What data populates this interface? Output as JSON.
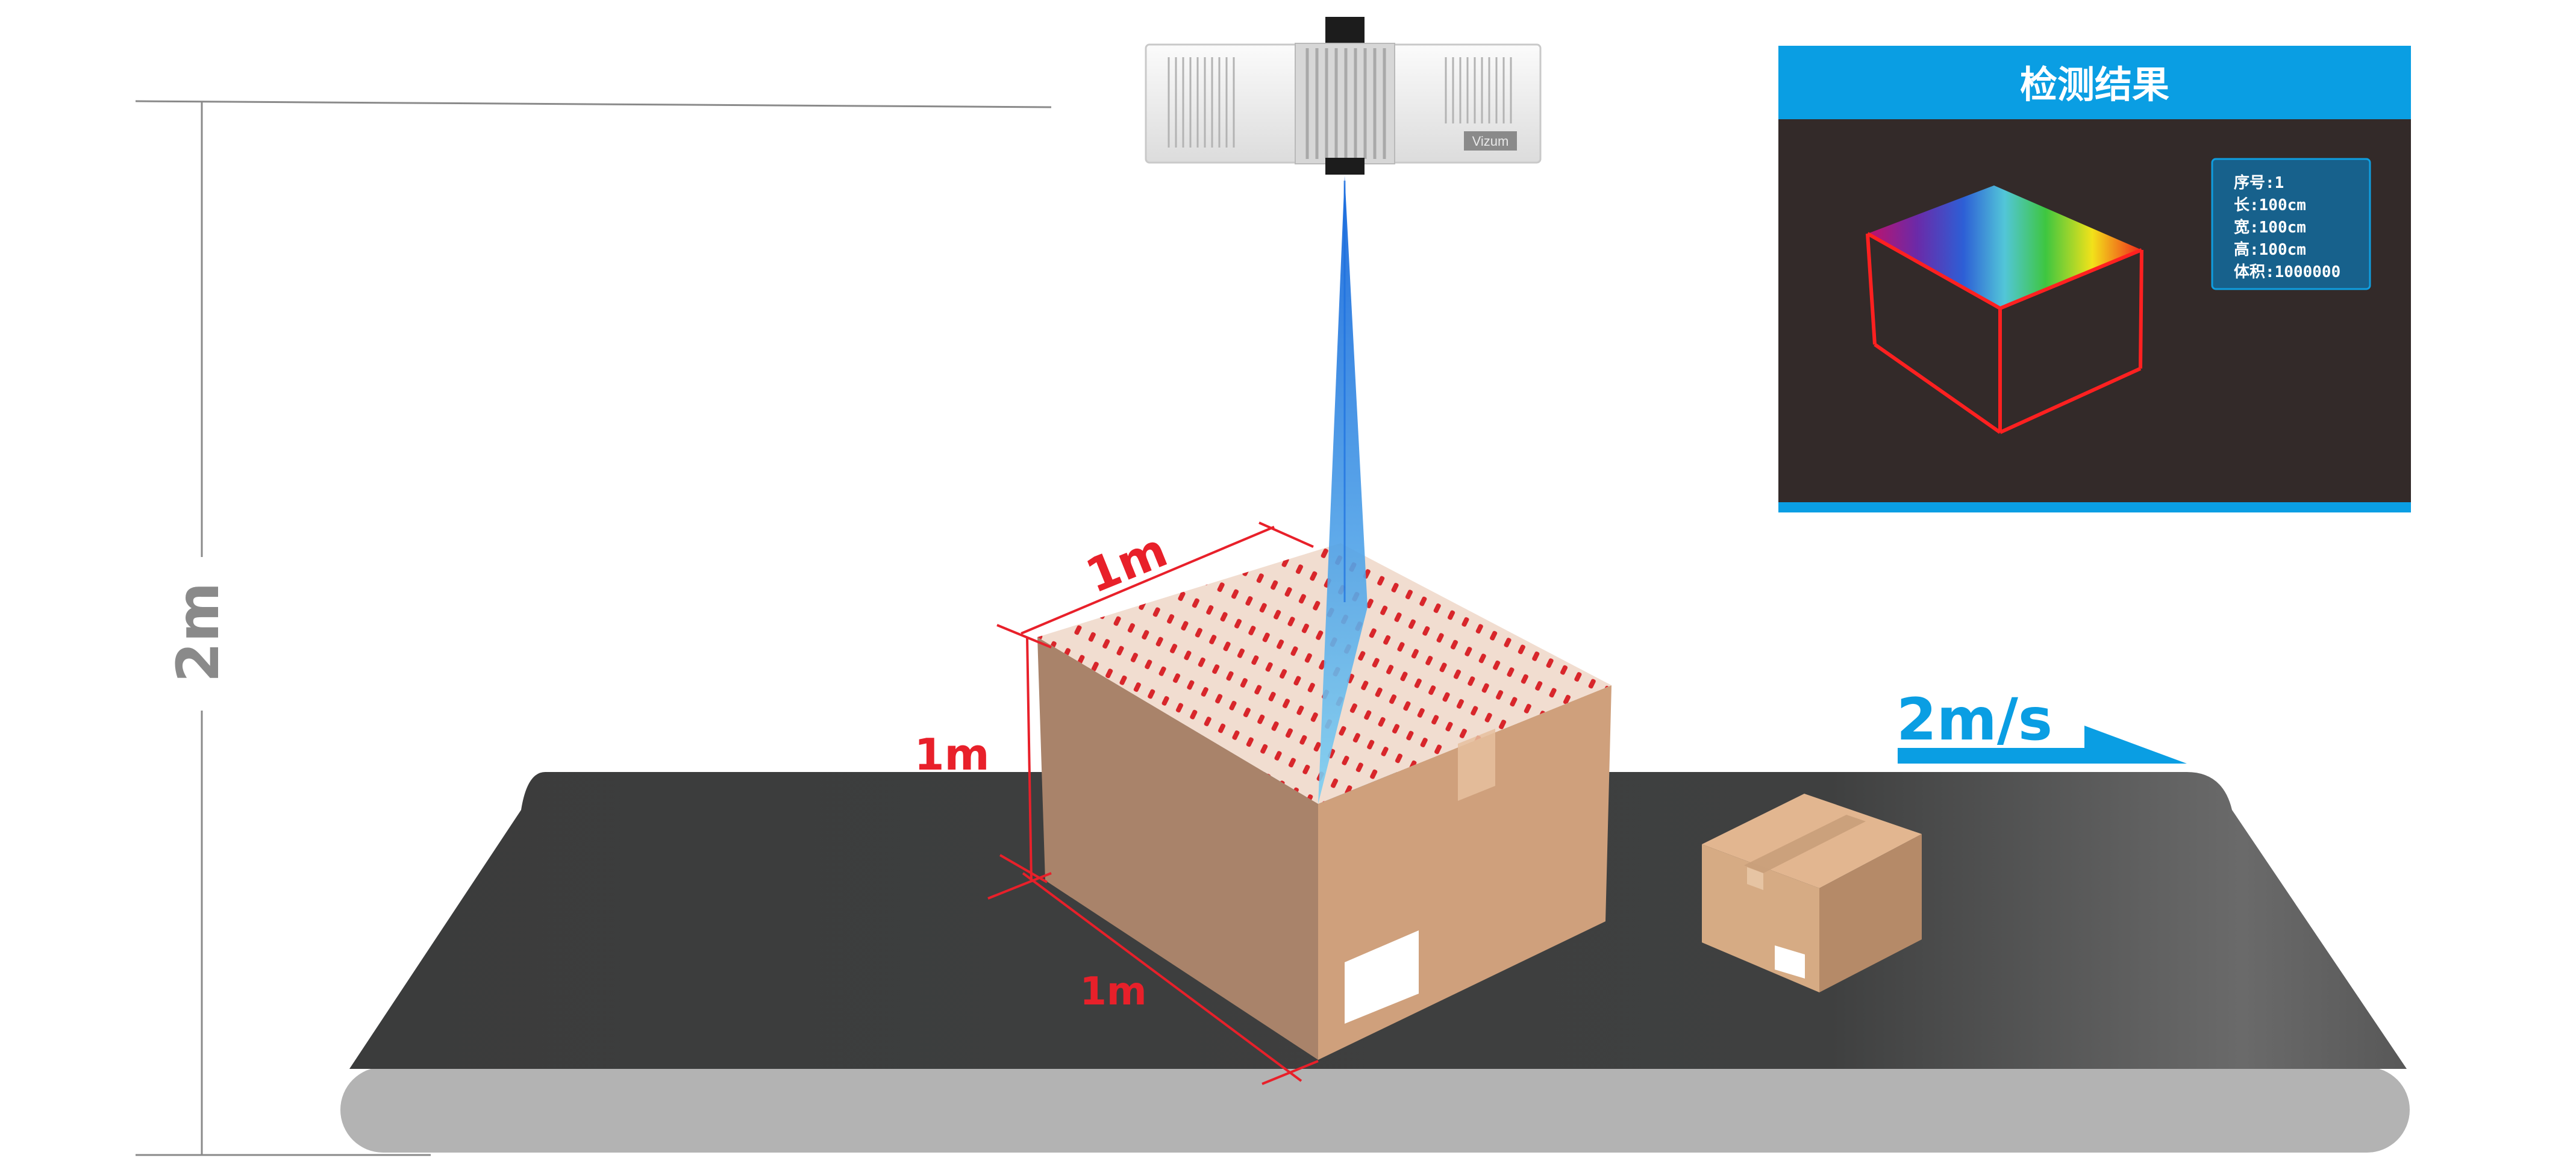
{
  "height_label": "2m",
  "box_dims": {
    "length_label": "1m",
    "height_label": "1m",
    "width_label": "1m"
  },
  "speed_label": "2m/s",
  "scanner": {
    "brand": "Vizum"
  },
  "result_panel": {
    "title": "检测结果",
    "info": {
      "serial": "序号:1",
      "length": "长:100cm",
      "width": "宽:100cm",
      "height": "高:100cm",
      "volume": "体积:1000000"
    }
  },
  "colors": {
    "accent_blue": "#0a9ee3",
    "dimension_red": "#e8202a",
    "belt": "#3f3f3f",
    "panel_bg": "#332a29",
    "box_light": "#cfa07c",
    "box_dark": "#a8826a"
  }
}
